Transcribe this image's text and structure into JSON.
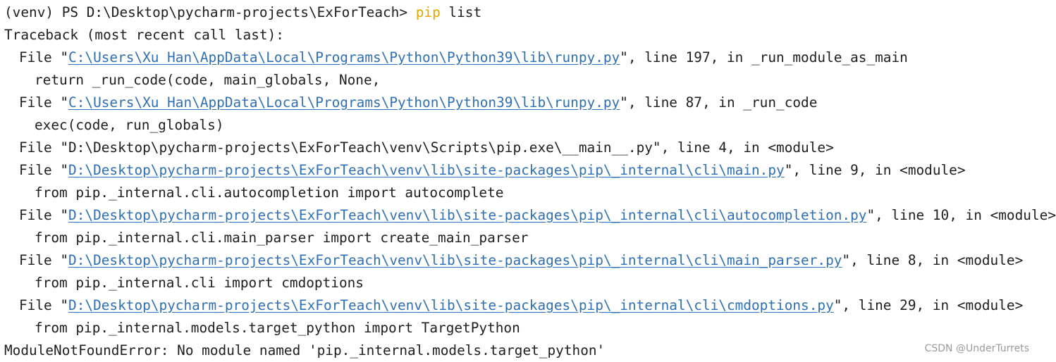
{
  "terminal": {
    "prompt": "(venv) PS D:\\Desktop\\pycharm-projects\\ExForTeach> ",
    "command": "pip",
    "command_args": " list",
    "traceback_header": "Traceback (most recent call last):",
    "frames": [
      {
        "prefix": "File \"",
        "path": "C:\\Users\\Xu Han\\AppData\\Local\\Programs\\Python\\Python39\\lib\\runpy.py",
        "suffix": "\", line 197, in _run_module_as_main",
        "linked": true,
        "code": "return _run_code(code, main_globals, None,"
      },
      {
        "prefix": "File \"",
        "path": "C:\\Users\\Xu Han\\AppData\\Local\\Programs\\Python\\Python39\\lib\\runpy.py",
        "suffix": "\", line 87, in _run_code",
        "linked": true,
        "code": "exec(code, run_globals)"
      },
      {
        "prefix": "File \"",
        "path": "D:\\Desktop\\pycharm-projects\\ExForTeach\\venv\\Scripts\\pip.exe\\__main__.py",
        "suffix": "\", line 4, in <module>",
        "linked": false,
        "code": ""
      },
      {
        "prefix": "File \"",
        "path": "D:\\Desktop\\pycharm-projects\\ExForTeach\\venv\\lib\\site-packages\\pip\\_internal\\cli\\main.py",
        "suffix": "\", line 9, in <module>",
        "linked": true,
        "code": "from pip._internal.cli.autocompletion import autocomplete"
      },
      {
        "prefix": "File \"",
        "path": "D:\\Desktop\\pycharm-projects\\ExForTeach\\venv\\lib\\site-packages\\pip\\_internal\\cli\\autocompletion.py",
        "suffix": "\", line 10, in <module>",
        "linked": true,
        "code": "from pip._internal.cli.main_parser import create_main_parser"
      },
      {
        "prefix": "File \"",
        "path": "D:\\Desktop\\pycharm-projects\\ExForTeach\\venv\\lib\\site-packages\\pip\\_internal\\cli\\main_parser.py",
        "suffix": "\", line 8, in <module>",
        "linked": true,
        "code": "from pip._internal.cli import cmdoptions"
      },
      {
        "prefix": "File \"",
        "path": "D:\\Desktop\\pycharm-projects\\ExForTeach\\venv\\lib\\site-packages\\pip\\_internal\\cli\\cmdoptions.py",
        "suffix": "\", line 29, in <module>",
        "linked": true,
        "code": "from pip._internal.models.target_python import TargetPython"
      }
    ],
    "error": "ModuleNotFoundError: No module named 'pip._internal.models.target_python'"
  },
  "watermark": "CSDN @UnderTurrets",
  "colors": {
    "background": "#ffffff",
    "text": "#1e1e1e",
    "command_highlight": "#e8a700",
    "link": "#2f6fb5",
    "watermark": "#9a9a9a"
  }
}
